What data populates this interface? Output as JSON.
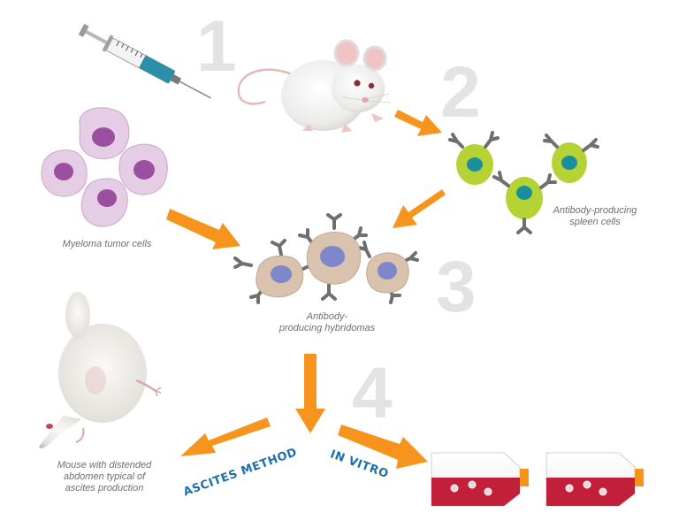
{
  "steps": {
    "one": "1",
    "two": "2",
    "three": "3",
    "four": "4"
  },
  "labels": {
    "myeloma": "Myeloma tumor cells",
    "spleen": "Antibody-producing\nspleen cells",
    "hybridomas": "Antibody-\nproducing hybridomas",
    "ascites_mouse": "Mouse with distended\nabdomen typical of\nascites production"
  },
  "methods": {
    "ascites": "ASCITES METHOD",
    "in_vitro": "IN VITRO"
  },
  "colors": {
    "arrow": "#f7941d",
    "step_number": "#e3e3e3",
    "myeloma_cell": "#e6cde6",
    "myeloma_nucleus": "#9b4f9f",
    "spleen_cell": "#b5d334",
    "spleen_nucleus": "#1a8f9c",
    "hybridoma_cell": "#d9c2ae",
    "hybridoma_nucleus": "#7f86c9",
    "antibody": "#6f6f6f",
    "method_text": "#1d6fa8",
    "flask_medium": "#c2203a",
    "flask_cap": "#f7941d",
    "syringe_barrel": "#2a8fa8"
  },
  "icons": [
    "syringe-icon",
    "mouse-icon",
    "myeloma-cell-icon",
    "spleen-cell-icon",
    "hybridoma-cell-icon",
    "culture-flask-icon",
    "ascites-mouse-icon"
  ]
}
